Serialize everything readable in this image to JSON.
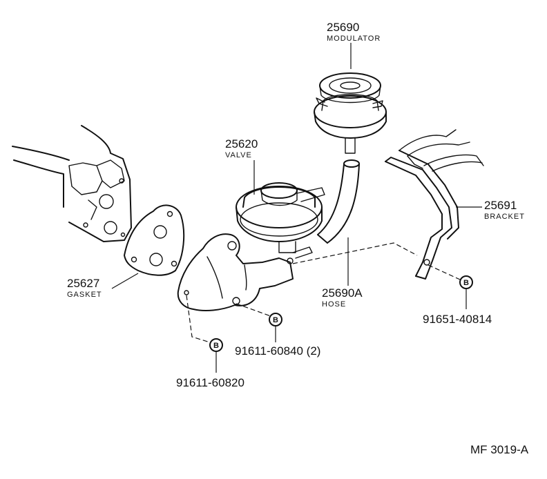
{
  "parts": {
    "modulator": {
      "number": "25690",
      "name": "MODULATOR"
    },
    "valve": {
      "number": "25620",
      "name": "VALVE"
    },
    "bracket": {
      "number": "25691",
      "name": "BRACKET"
    },
    "gasket": {
      "number": "25627",
      "name": "GASKET"
    },
    "hose": {
      "number": "25690A",
      "name": "HOSE"
    }
  },
  "bolts": {
    "bolt_valve": {
      "marker": "B",
      "number": "91611-60840 (2)"
    },
    "bolt_flange": {
      "marker": "B",
      "number": "91611-60820"
    },
    "bolt_bracket": {
      "marker": "B",
      "number": "91651-40814"
    }
  },
  "figure_code": "MF 3019-A"
}
